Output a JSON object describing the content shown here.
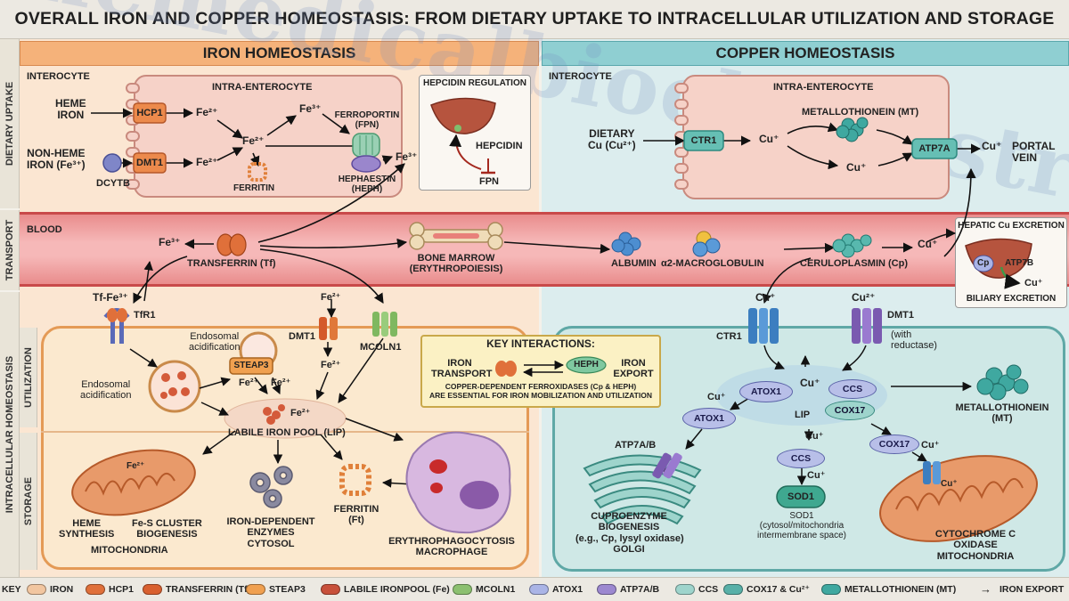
{
  "title": "OVERALL IRON AND COPPER HOMEOSTASIS: FROM DIETARY UPTAKE TO INTRACELLULAR UTILIZATION AND STORAGE",
  "side": {
    "dietary": "DIETARY UPTAKE",
    "transport": "TRANSPORT",
    "intracellular": "INTRACELLULAR HOMEOSTASIS",
    "utilization": "UTILIZATION",
    "storage": "STORAGE",
    "key": "KEY"
  },
  "iron": {
    "header": "IRON HOMEOSTASIS",
    "interocyte": "INTEROCYTE",
    "intra": "INTRA-ENTEROCYTE",
    "heme": "HEME\nIRON",
    "nonheme": "NON-HEME\nIRON (Fe³⁺)",
    "hcp1": "HCP1",
    "dmt1": "DMT1",
    "dcytb": "DCYTB",
    "fe2a": "Fe²⁺",
    "fe2b": "Fe²⁺",
    "fe2c": "Fe²⁺",
    "fe3a": "Fe³⁺",
    "fe3b": "Fe³⁺",
    "ferritin": "FERRITIN",
    "ferroportin": "FERROPORTIN\n(FPN)",
    "hephaestin": "HEPHAESTIN\n(HEPH)",
    "hepcidin_title": "HEPCIDIN REGULATION",
    "hepcidin": "HEPCIDIN",
    "fpn": "FPN"
  },
  "copper": {
    "header": "COPPER HOMEOSTASIS",
    "interocyte": "INTEROCYTE",
    "intra": "INTRA-ENTEROCYTE",
    "dietary": "DIETARY\nCu (Cu²⁺)",
    "ctr1": "CTR1",
    "cu1": "Cu⁺",
    "cu2": "Cu⁺",
    "cu3": "Cu⁺",
    "mt": "METALLOTHIONEIN (MT)",
    "atp7a": "ATP7A",
    "portal": "PORTAL\nVEIN"
  },
  "blood": {
    "label": "BLOOD",
    "fe3": "Fe³⁺",
    "tf": "TRANSFERRIN (Tf)",
    "marrow": "BONE MARROW\n(ERYTHROPOIESIS)",
    "albumin": "ALBUMIN",
    "a2m": "α2-MACROGLOBULIN",
    "cp": "CERULOPLASMIN (Cp)",
    "cu": "Cu⁺",
    "hepatic_title": "HEPATIC Cu EXCRETION",
    "hepatic_cp": "Cp",
    "atp7b": "ATP7B",
    "hepatic_cu": "Cu⁺",
    "biliary": "BILIARY EXCRETION"
  },
  "iron_cell": {
    "tffe": "Tf-Fe³⁺",
    "tfr1": "TfR1",
    "endo1": "Endosomal\nacidification",
    "endo2": "Endosomal\nacidification",
    "steap3": "STEAP3",
    "fe2_s1": "Fe²⁺",
    "fe2_s2": "Fe²⁺",
    "dmt1_top": "Fe²⁺",
    "dmt1": "DMT1",
    "dmt1_out": "Fe²⁺",
    "mcoln1": "MCOLN1",
    "lip_fe": "Fe²⁺",
    "lip": "LABILE IRON POOL (LIP)",
    "mito_fe": "Fe²⁺",
    "heme": "HEME\nSYNTHESIS",
    "fes": "Fe-S CLUSTER\nBIOGENESIS",
    "mito": "MITOCHONDRIA",
    "enzymes": "IRON-DEPENDENT\nENZYMES\nCYTOSOL",
    "ferritin": "FERRITIN\n(Ft)",
    "macro": "ERYTHROPHAGOCYTOSIS\nMACROPHAGE"
  },
  "key_interactions": {
    "title": "KEY INTERACTIONS:",
    "iron_transport": "IRON\nTRANSPORT",
    "heph": "HEPH",
    "iron_export": "IRON\nEXPORT",
    "note": "COPPER-DEPENDENT FERROXIDASES (Cp & HEPH)\nARE ESSENTIAL FOR IRON MOBILIZATION AND UTILIZATION"
  },
  "cu_cell": {
    "cu_ctr1": "Cu⁺",
    "ctr1": "CTR1",
    "cu2": "Cu²⁺",
    "dmt1": "DMT1",
    "reductase": "(with\nreductase)",
    "atox1a": "ATOX1",
    "atox1b": "ATOX1",
    "cu_center": "Cu⁺",
    "lip": "LIP",
    "ccs1": "CCS",
    "cox17a": "COX17",
    "cu_a": "Cu⁺",
    "cu_b": "Cu⁺",
    "cu_c": "Cu⁺",
    "cu_d": "Cu⁺",
    "ccs2": "CCS",
    "cox17b": "COX17",
    "mt": "METALLOTHIONEIN\n(MT)",
    "atp7ab": "ATP7A/B",
    "golgi": "CUPROENZYME\nBIOGENESIS\n(e.g., Cp, lysyl oxidase)\nGOLGI",
    "sod1": "SOD1",
    "sod1_loc": "SOD1\n(cytosol/mitochondria\nintermembrane space)",
    "cu_mito": "Cu⁺",
    "cox": "CYTOCHROME C\nOXIDASE\nMITOCHONDRIA"
  },
  "legend": [
    {
      "label": "IRON",
      "color": "#f2c6a0"
    },
    {
      "label": "HCP1",
      "color": "#e0703a"
    },
    {
      "label": "TRANSFERRIN (Tf)",
      "color": "#d9602f"
    },
    {
      "label": "STEAP3",
      "color": "#f0a050"
    },
    {
      "label": "LABILE IRONPOOL (Fe)",
      "color": "#c8503a"
    },
    {
      "label": "MCOLN1",
      "color": "#8cc070"
    },
    {
      "label": "ATOX1",
      "color": "#aab4e6"
    },
    {
      "label": "ATP7A/B",
      "color": "#9c88d0"
    },
    {
      "label": "CCS",
      "color": "#9ed4cc"
    },
    {
      "label": "COX17 & Cu²⁺",
      "color": "#58b0a8"
    },
    {
      "label": "METALLOTHIONEIN (MT)",
      "color": "#3fa8a0"
    },
    {
      "label": "IRON EXPORT",
      "color": "#111111"
    }
  ],
  "watermark": "themedicalbiochemistrypage.org",
  "colors": {
    "iron_bg": "#fbe3cc",
    "copper_bg": "#d8ecee",
    "blood": "#f0a0a0",
    "cell": "#f6d6d0"
  }
}
